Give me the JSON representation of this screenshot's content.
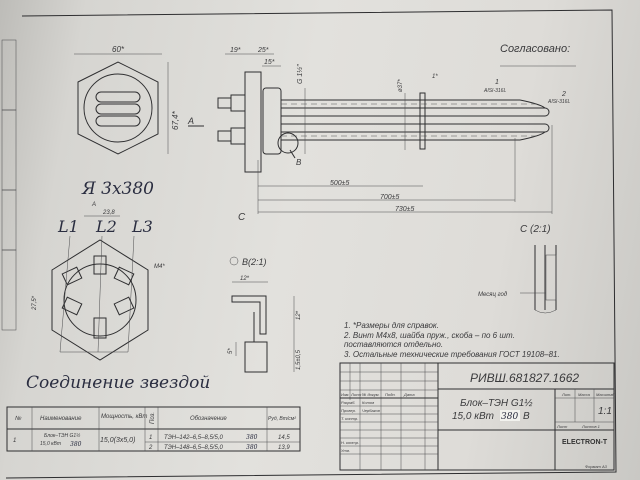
{
  "approval": {
    "label": "Согласовано:"
  },
  "top_view": {
    "dim_width": "60*",
    "dim_height": "67,4*",
    "view_arrow": "A"
  },
  "side_view": {
    "dims": {
      "d1": "19*",
      "d2": "25*",
      "d3": "15*",
      "thread": "G 1½\"",
      "diameter": "ø37*",
      "d4": "1*",
      "len1": "500±5",
      "len2": "700±5",
      "len3": "730±5"
    },
    "callouts": [
      {
        "pos": "1",
        "material": "AISI-316L"
      },
      {
        "pos": "2",
        "material": "AISI-316L"
      }
    ],
    "section_mark": "C",
    "detail_mark": "B"
  },
  "handwritten": {
    "voltage": "Я 3х380",
    "connection": "Соединение звездой",
    "l1": "L1",
    "l2": "L2",
    "l3": "L3",
    "v1": "380",
    "v2": "380",
    "v3": "380",
    "v4": "380"
  },
  "front_view": {
    "view_label": "A",
    "dim_pitch": "23,8",
    "dim_thread": "M4*",
    "dim_height": "27,5*"
  },
  "detail_b": {
    "title": "B(2:1)",
    "dim_w": "12*",
    "dim_h": "12*",
    "dim_a": "5*",
    "dim_b": "1,5±0,5"
  },
  "detail_c": {
    "title": "C (2:1)",
    "date_label": "Месяц год"
  },
  "notes": [
    "1.  *Размеры для справок.",
    "2.  Винт М4х8, шайба пруж., скоба – по 6 шт.",
    "     поставляются отдельно.",
    "3.  Остальные технические требования ГОСТ 19108–81."
  ],
  "spec_table": {
    "headers": [
      "№",
      "Наименование",
      "Мощность, кВт",
      "Поз.",
      "Обозначение",
      "Руд, Вт/см²"
    ],
    "item_no": "1",
    "item_name_1": "Блок–ТЭН G1½",
    "item_name_2": "15,0 кВт",
    "power": "15,0(3х5,0)",
    "rows": [
      {
        "pos": "1",
        "designation": "ТЭН–142–6,5–8,5/5,0",
        "load": "14,5"
      },
      {
        "pos": "2",
        "designation": "ТЭН–148–6,5–8,5/5,0",
        "load": "13,9"
      }
    ]
  },
  "title_block": {
    "doc_number": "РИВШ.681827.1662",
    "name_line1": "Блок–ТЭН G1½",
    "name_line2": "15,0 кВт",
    "name_unit": "В",
    "lit": "Лит.",
    "mass": "Масса",
    "scale_label": "Масштаб",
    "scale": "1:1",
    "sheet": "Лист",
    "sheets": "Листов 1",
    "roles": [
      "Изм.",
      "Лист",
      "№ докум.",
      "Подп.",
      "Дата"
    ],
    "people": [
      {
        "role": "Разраб.",
        "name": "Котов"
      },
      {
        "role": "Провер.",
        "name": "Чербаков"
      },
      {
        "role": "Т. контр.",
        "name": ""
      },
      {
        "role": "Н. контр.",
        "name": ""
      },
      {
        "role": "Утв.",
        "name": ""
      }
    ],
    "company": "ELECTRON-T",
    "format": "Формат А3"
  }
}
